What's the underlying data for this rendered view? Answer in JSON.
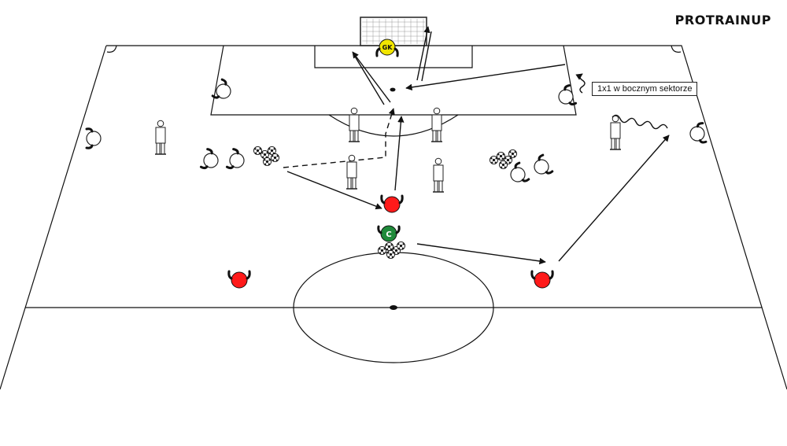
{
  "brand": "PROTRAINUP",
  "annotation": "1x1 w bocznym sektorze",
  "goalkeeper_tag": "GK",
  "coach_tag": "C",
  "colors": {
    "attacker": "#ff1a1a",
    "goalkeeper": "#f2e600",
    "coach": "#1f8a3a",
    "defender": "#ffffff",
    "line": "#111111"
  }
}
